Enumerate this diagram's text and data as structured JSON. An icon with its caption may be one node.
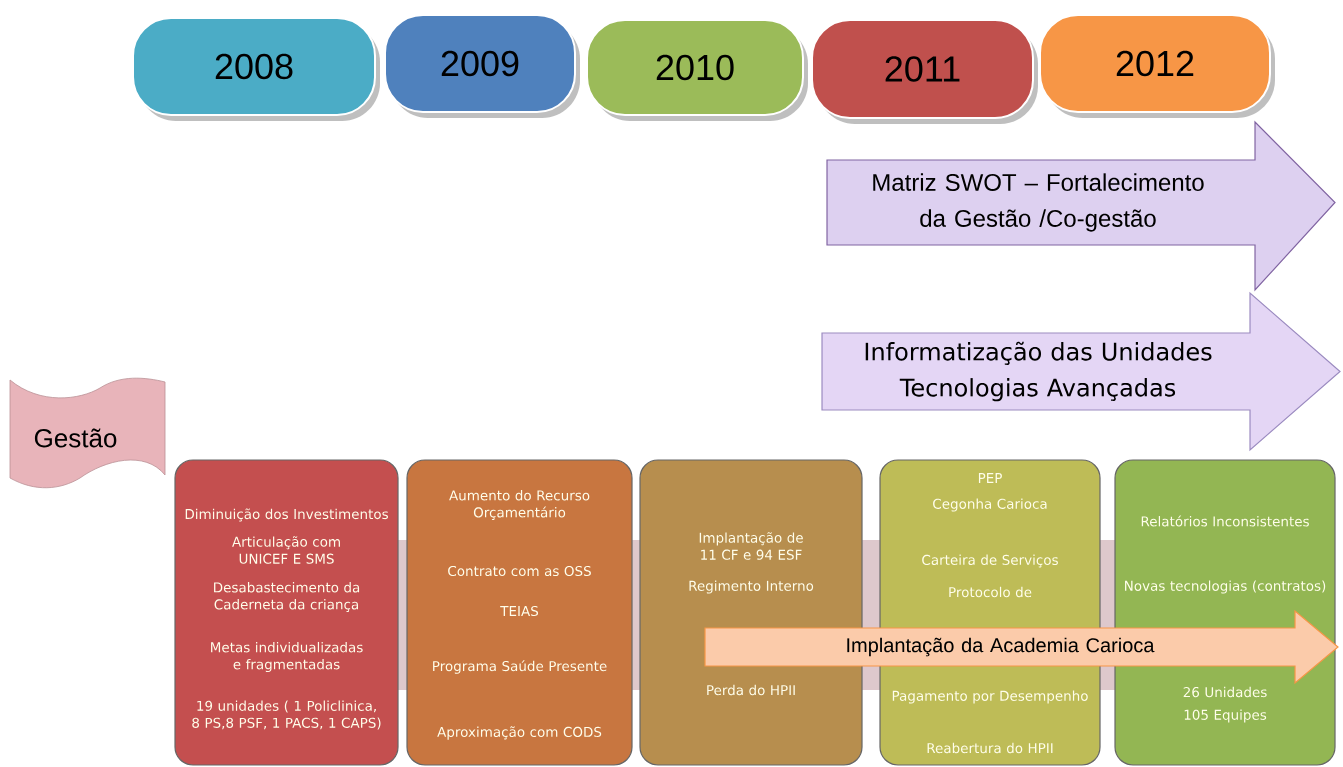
{
  "diagram": {
    "nodes": [
      {
        "text": [
          "2008"
        ]
      },
      {
        "text": [
          "2009"
        ]
      },
      {
        "text": [
          "2010"
        ]
      },
      {
        "text": [
          "2011"
        ]
      },
      {
        "text": [
          "2012"
        ]
      },
      {
        "text": [
          "Matriz SWOT – Fortalecimento da Gestão /Co-gestão"
        ]
      },
      {
        "text": [
          "Informatização das Unidades Tecnologias Avançadas"
        ]
      },
      {
        "text": [
          "Gestão"
        ]
      },
      {
        "text": [
          "Diminuição dos Investimentos",
          "Articulação com UNICEF E SMS",
          "Desabastecimento da Caderneta da criança",
          "Metas individualizadas e fragmentadas",
          "19 unidades ( 1 Policlinica, 8 PS,8 PSF, 1 PACS, 1 CAPS)"
        ]
      },
      {
        "text": [
          "Aumento do Recurso Orçamentário",
          "Contrato com as OSS",
          "TEIAS",
          "Programa Saúde Presente",
          "Aproximação com CODS"
        ]
      },
      {
        "text": [
          "Implantação de 11 CF e 94 ESF",
          "Regimento Interno",
          "Perda do HPII"
        ]
      },
      {
        "text": [
          "PEP",
          "Cegonha Carioca",
          "Carteira de Serviços",
          "Protocolo de",
          "Pagamento por Desempenho",
          "Reabertura do HPII"
        ]
      },
      {
        "text": [
          "Relatórios Inconsistentes",
          "Novas tecnologias (contratos)",
          "26 Unidades",
          "105 Equipes"
        ]
      },
      {
        "text": [
          "Implantação da Academia Carioca"
        ]
      }
    ],
    "edges": []
  }
}
